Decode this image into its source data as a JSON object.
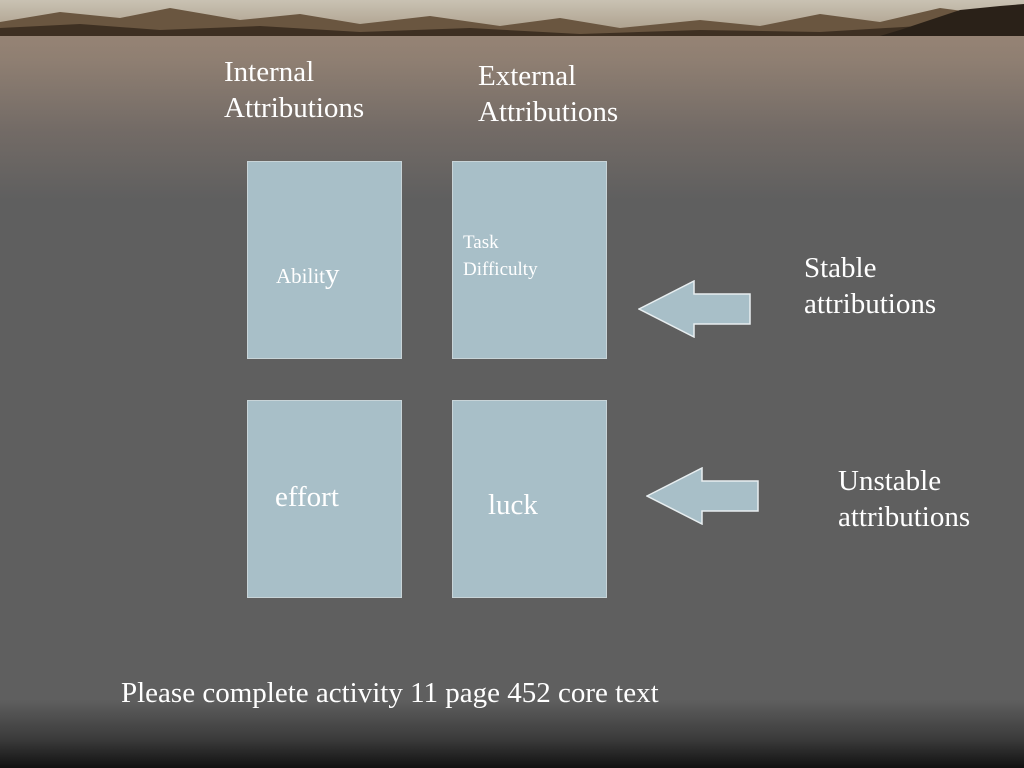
{
  "headings": {
    "internal": [
      "Internal",
      "Attributions"
    ],
    "external": [
      "External",
      "Attributions"
    ]
  },
  "boxes": {
    "ability": {
      "main": "Abilit",
      "tail": "y"
    },
    "task_difficulty": [
      "Task",
      "Difficulty"
    ],
    "effort": "effort",
    "luck": "luck"
  },
  "side_labels": {
    "stable": [
      "Stable",
      "attributions"
    ],
    "unstable": [
      "Unstable",
      "attributions"
    ]
  },
  "icons": {
    "arrow": "left-arrow-icon"
  },
  "footer": "Please complete activity 11 page 452 core text",
  "colors": {
    "box_fill": "#a8bfc8",
    "text": "#ffffff",
    "background": "#5f5f5f"
  }
}
